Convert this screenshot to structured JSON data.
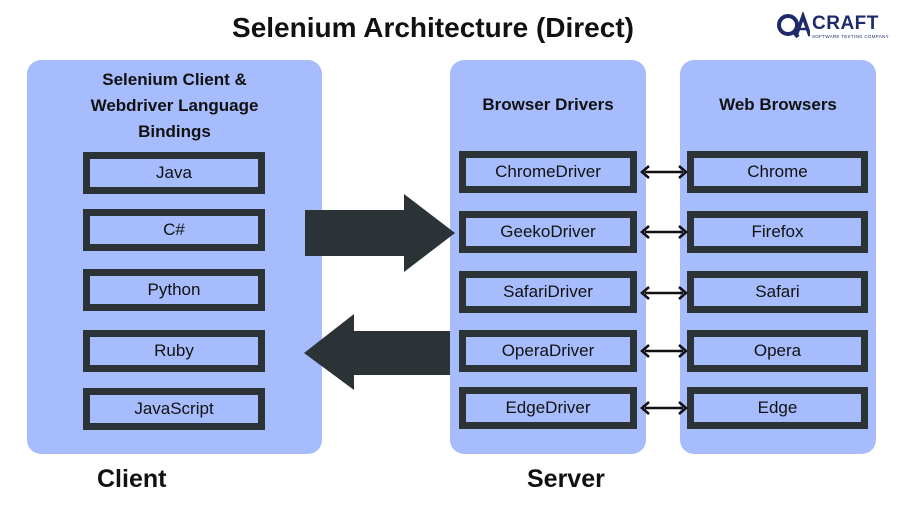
{
  "title": "Selenium Architecture (Direct)",
  "logo": {
    "text": "CRAFT",
    "sub": "SOFTWARE TESTING COMPANY",
    "icon": "qa-logo-icon"
  },
  "client_panel": {
    "heading_lines": [
      "Selenium Client &",
      "Webdriver Language",
      "Bindings"
    ],
    "items": [
      "Java",
      "C#",
      "Python",
      "Ruby",
      "JavaScript"
    ]
  },
  "drivers_panel": {
    "heading": "Browser Drivers",
    "items": [
      "ChromeDriver",
      "GeekoDriver",
      "SafariDriver",
      "OperaDriver",
      "EdgeDriver"
    ]
  },
  "browsers_panel": {
    "heading": "Web Browsers",
    "items": [
      "Chrome",
      "Firefox",
      "Safari",
      "Opera",
      "Edge"
    ]
  },
  "labels": {
    "client": "Client",
    "server": "Server"
  },
  "colors": {
    "panel": "#a7bcfc",
    "box_border": "#2b3337",
    "arrow": "#2b3337"
  }
}
